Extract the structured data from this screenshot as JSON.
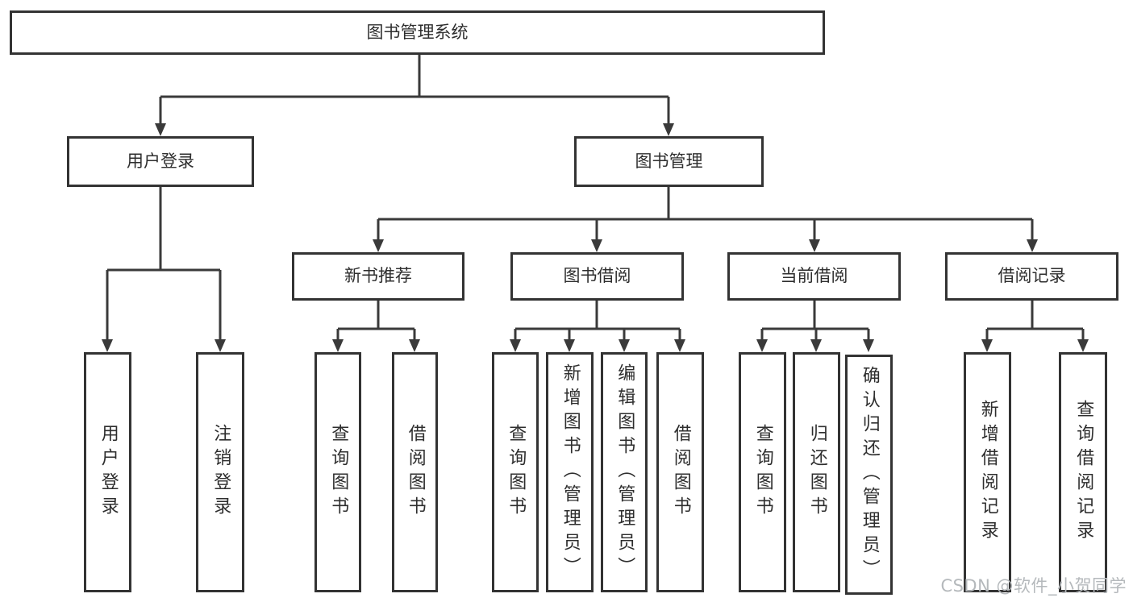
{
  "diagram": {
    "root": {
      "label": "图书管理系统"
    },
    "branches": [
      {
        "label": "用户登录",
        "children": [
          "用户登录",
          "注销登录"
        ]
      },
      {
        "label": "图书管理",
        "children": [
          {
            "label": "新书推荐",
            "children": [
              "查询图书",
              "借阅图书"
            ]
          },
          {
            "label": "图书借阅",
            "children": [
              "查询图书",
              "新增图书（管理员）",
              "编辑图书（管理员）",
              "借阅图书"
            ]
          },
          {
            "label": "当前借阅",
            "children": [
              "查询图书",
              "归还图书",
              "确认归还（管理员）"
            ]
          },
          {
            "label": "借阅记录",
            "children": [
              "新增借阅记录",
              "查询借阅记录"
            ]
          }
        ]
      }
    ]
  },
  "colors": {
    "line": "#3a3a3a",
    "box_border": "#333333",
    "text": "#2e2e2e",
    "watermark": "#b5b9bc",
    "background": "#ffffff"
  },
  "watermark": {
    "text": "CSDN @软件_小贺同学"
  }
}
